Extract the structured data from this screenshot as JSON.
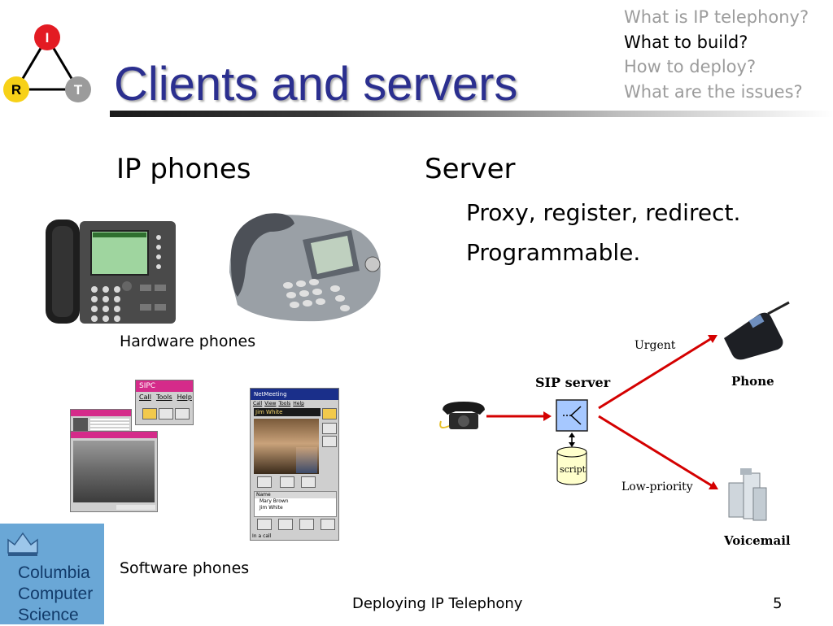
{
  "logo": {
    "top_letter": "I",
    "left_letter": "R",
    "right_letter": "T"
  },
  "title": "Clients and servers",
  "agenda": [
    {
      "label": "What is IP telephony?",
      "current": false
    },
    {
      "label": "What to build?",
      "current": true
    },
    {
      "label": "How to deploy?",
      "current": false
    },
    {
      "label": "What are the issues?",
      "current": false
    }
  ],
  "left": {
    "heading": "IP phones",
    "hardware_caption": "Hardware phones",
    "software_caption": "Software phones"
  },
  "right": {
    "heading": "Server",
    "bullets": [
      "Proxy, register, redirect.",
      "Programmable."
    ]
  },
  "diagram": {
    "sip_server_label": "SIP server",
    "script_label": "script",
    "urgent_label": "Urgent",
    "low_priority_label": "Low-priority",
    "phone_label": "Phone",
    "voicemail_label": "Voicemail"
  },
  "software_windows": {
    "sipc_title": "SIPC",
    "sipc_menu": [
      "Call",
      "Tools",
      "Help"
    ],
    "netmeeting_title": "NetMeeting",
    "netmeeting_menu": [
      "Call",
      "View",
      "Tools",
      "Help"
    ],
    "netmeeting_user": "Jim White",
    "netmeeting_list_header": "Name",
    "netmeeting_names": [
      "Mary Brown",
      "Jim White"
    ],
    "netmeeting_status": "In a call"
  },
  "colors": {
    "title": "#2b2f8f",
    "arrow": "#d40000",
    "logo_bg": "#6aa7d6"
  },
  "footer": {
    "text": "Deploying IP Telephony",
    "page": "5"
  },
  "cu_logo": {
    "lines": [
      "Columbia",
      "Computer",
      "Science"
    ]
  }
}
